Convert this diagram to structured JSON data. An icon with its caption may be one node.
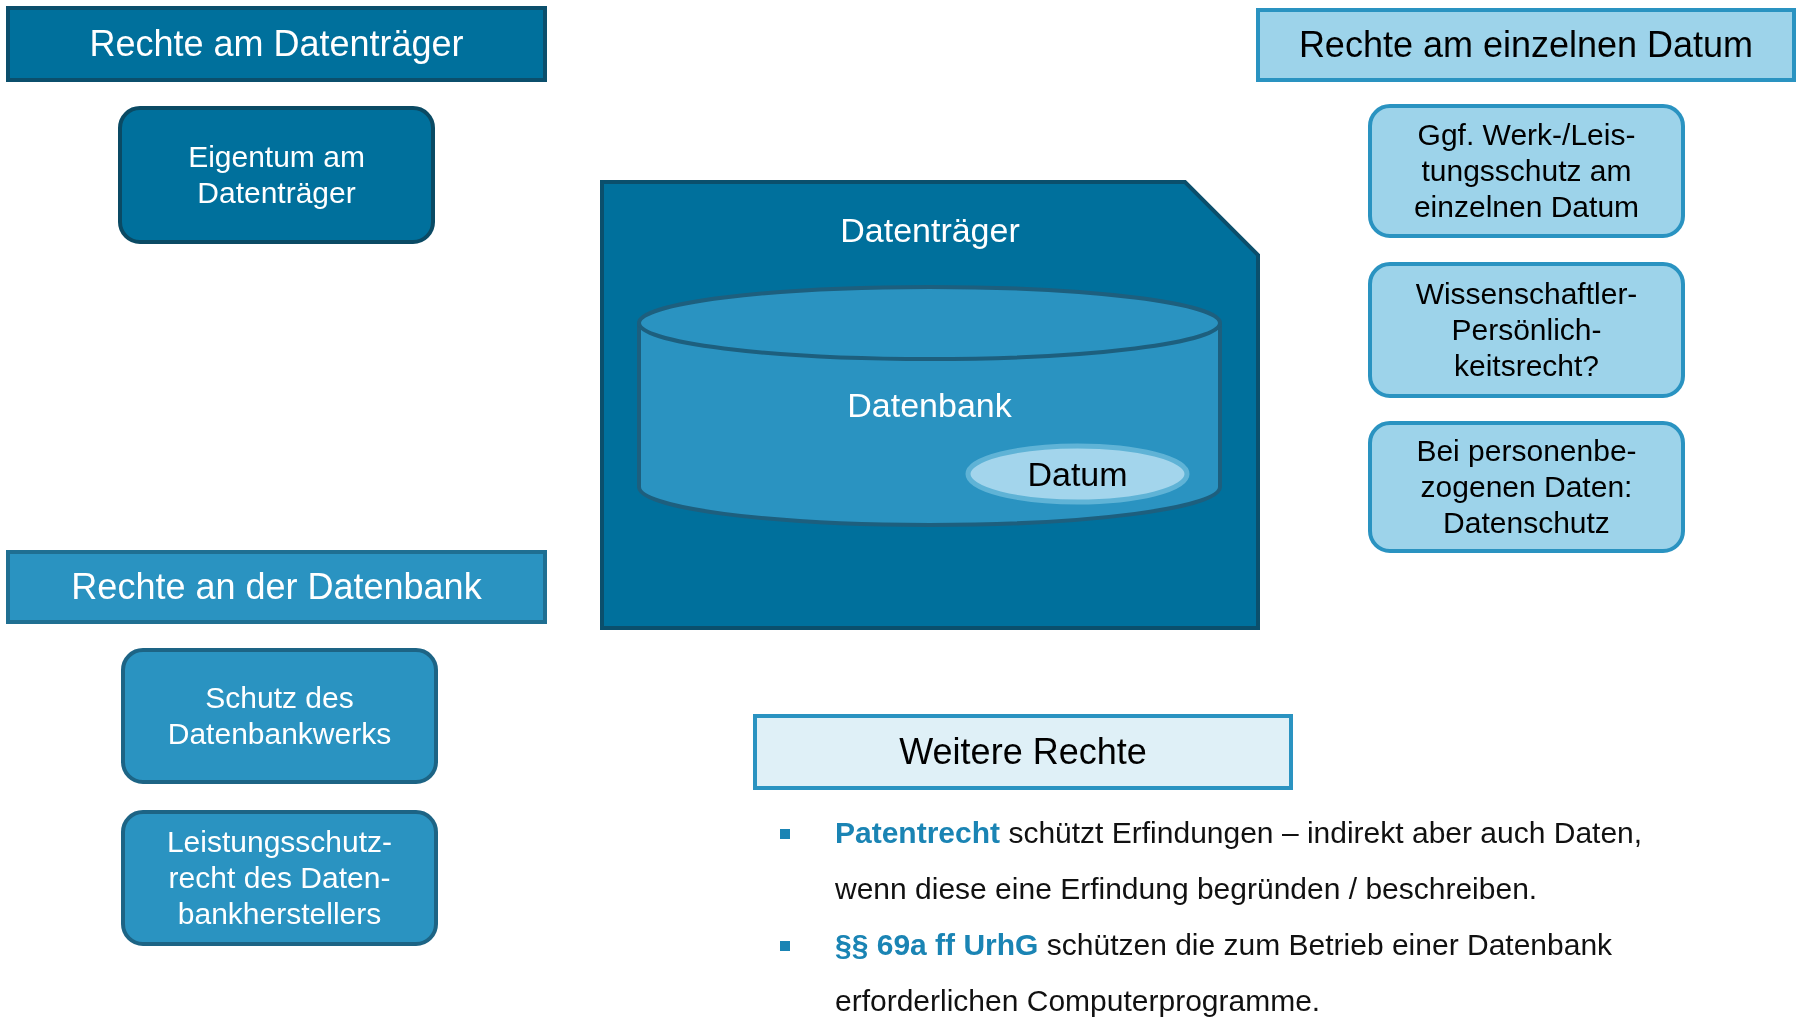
{
  "diagram": {
    "nodes": [
      {
        "text": [
          "Rechte am Datenträger"
        ]
      },
      {
        "text": [
          "Eigentum am Datenträger"
        ]
      },
      {
        "text": [
          "Rechte an der Datenbank"
        ]
      },
      {
        "text": [
          "Schutz des Datenbankwerks"
        ]
      },
      {
        "text": [
          "Leistungsschutz-recht des Daten-bankherstellers"
        ]
      },
      {
        "text": [
          "Datenträger"
        ]
      },
      {
        "text": [
          "Datenbank"
        ],
        "in": 5
      },
      {
        "text": [
          "Datum"
        ],
        "in": 6
      },
      {
        "text": [
          "Rechte am einzelnen Datum"
        ]
      },
      {
        "text": [
          "Ggf. Werk-/Leis-tungsschutz am einzelnen Datum"
        ]
      },
      {
        "text": [
          "Wissenschaftler-Persönlich-keitsrecht?"
        ]
      },
      {
        "text": [
          "Bei personenbe-zogenen Daten: Datenschutz"
        ]
      },
      {
        "text": [
          "Weitere Rechte"
        ]
      }
    ],
    "labels": [
      "**Patentrecht** schützt Erfindungen – indirekt aber auch Daten, wenn diese eine Erfindung begründen / beschreiben.",
      "**§§ 69a ff UrhG** schützen die zum Betrieb einer Datenbank erforderlichen Computerprogramme."
    ]
  }
}
